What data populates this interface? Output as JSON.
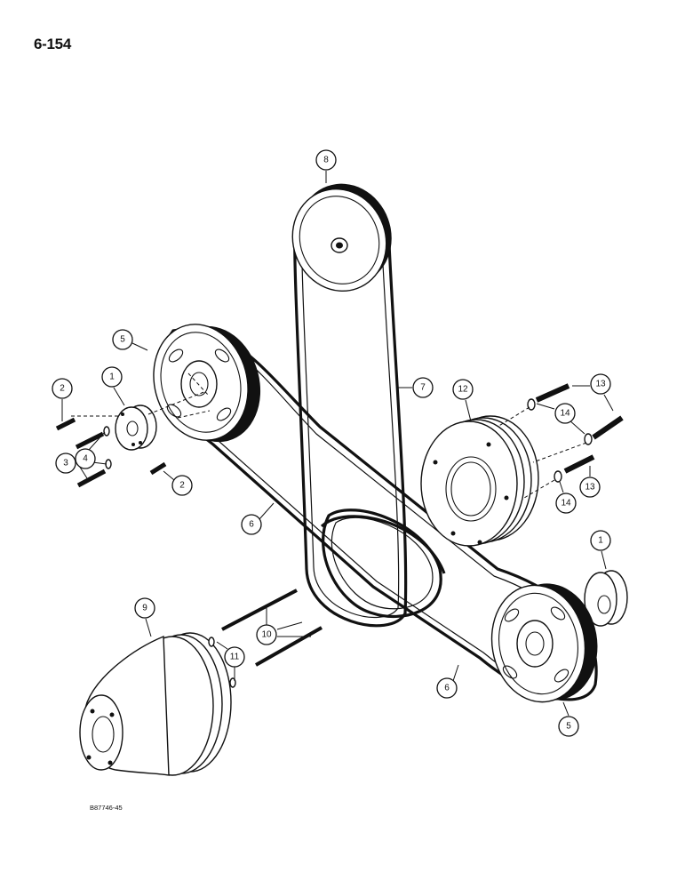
{
  "page_number": "6-154",
  "drawing_code": "B87746-45",
  "callouts": {
    "c1a": "1",
    "c1b": "1",
    "c2a": "2",
    "c2b": "2",
    "c3": "3",
    "c4": "4",
    "c5a": "5",
    "c5b": "5",
    "c6a": "6",
    "c6b": "6",
    "c7": "7",
    "c8": "8",
    "c9": "9",
    "c10": "10",
    "c11": "11",
    "c12": "12",
    "c13a": "13",
    "c13b": "13",
    "c14a": "14",
    "c14b": "14"
  }
}
